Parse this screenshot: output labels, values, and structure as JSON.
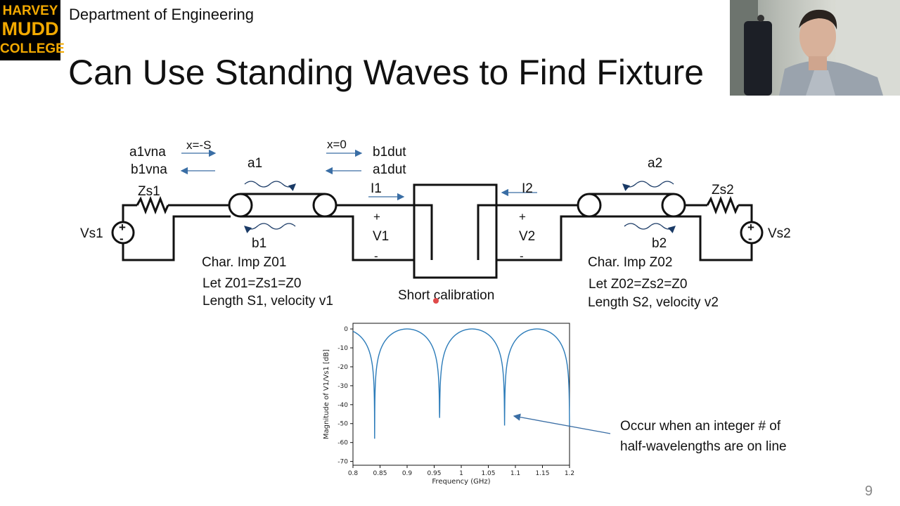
{
  "header": {
    "logo_line1": "HARVEY",
    "logo_line2": "MUDD",
    "logo_line3": "COLLEGE",
    "department": "Department of Engineering",
    "title": "Can Use Standing Waves to Find Fixture",
    "page_number": "9"
  },
  "diagram": {
    "a1vna": "a1vna",
    "b1vna": "b1vna",
    "x_neg_s": "x=-S",
    "x_zero": "x=0",
    "b1dut": "b1dut",
    "a1dut": "a1dut",
    "a1": "a1",
    "b1": "b1",
    "a2": "a2",
    "b2": "b2",
    "zs1": "Zs1",
    "zs2": "Zs2",
    "vs1": "Vs1",
    "vs2": "Vs2",
    "i1": "I1",
    "i2": "I2",
    "plus1": "+",
    "minus1": "-",
    "v1": "V1",
    "plus2": "+",
    "minus2": "-",
    "v2": "V2",
    "char_imp_left": "Char. Imp Z01",
    "let_left": "Let Z01=Zs1=Z0",
    "length_left": "Length S1, velocity v1",
    "char_imp_right": "Char. Imp Z02",
    "let_right": "Let Z02=Zs2=Z0",
    "length_right": "Length S2, velocity v2",
    "short_cal": "Short calibration"
  },
  "annotation": {
    "line1": "Occur when an integer # of",
    "line2": "half-wavelengths are on line"
  },
  "chart_data": {
    "type": "line",
    "title": "",
    "xlabel": "Frequency (GHz)",
    "ylabel": "Magnitude of V1/Vs1 [dB]",
    "xlim": [
      0.8,
      1.2
    ],
    "ylim": [
      -72,
      3
    ],
    "x_ticks": [
      "0.8",
      "0.85",
      "0.9",
      "0.95",
      "1",
      "1.05",
      "1.1",
      "1.15",
      "1.2"
    ],
    "y_ticks": [
      "0",
      "-10",
      "-20",
      "-30",
      "-40",
      "-50",
      "-60",
      "-70"
    ],
    "x_tick_values": [
      0.8,
      0.85,
      0.9,
      0.95,
      1.0,
      1.05,
      1.1,
      1.15,
      1.2
    ],
    "y_tick_values": [
      0,
      -10,
      -20,
      -30,
      -40,
      -50,
      -60,
      -70
    ],
    "nulls": [
      {
        "x": 0.84,
        "y": -58
      },
      {
        "x": 0.96,
        "y": -47
      },
      {
        "x": 1.08,
        "y": -51
      }
    ],
    "period_ghz": 0.12,
    "peak_db": 0,
    "line_color": "#2b7bb9",
    "grid": false,
    "legend": "none"
  }
}
